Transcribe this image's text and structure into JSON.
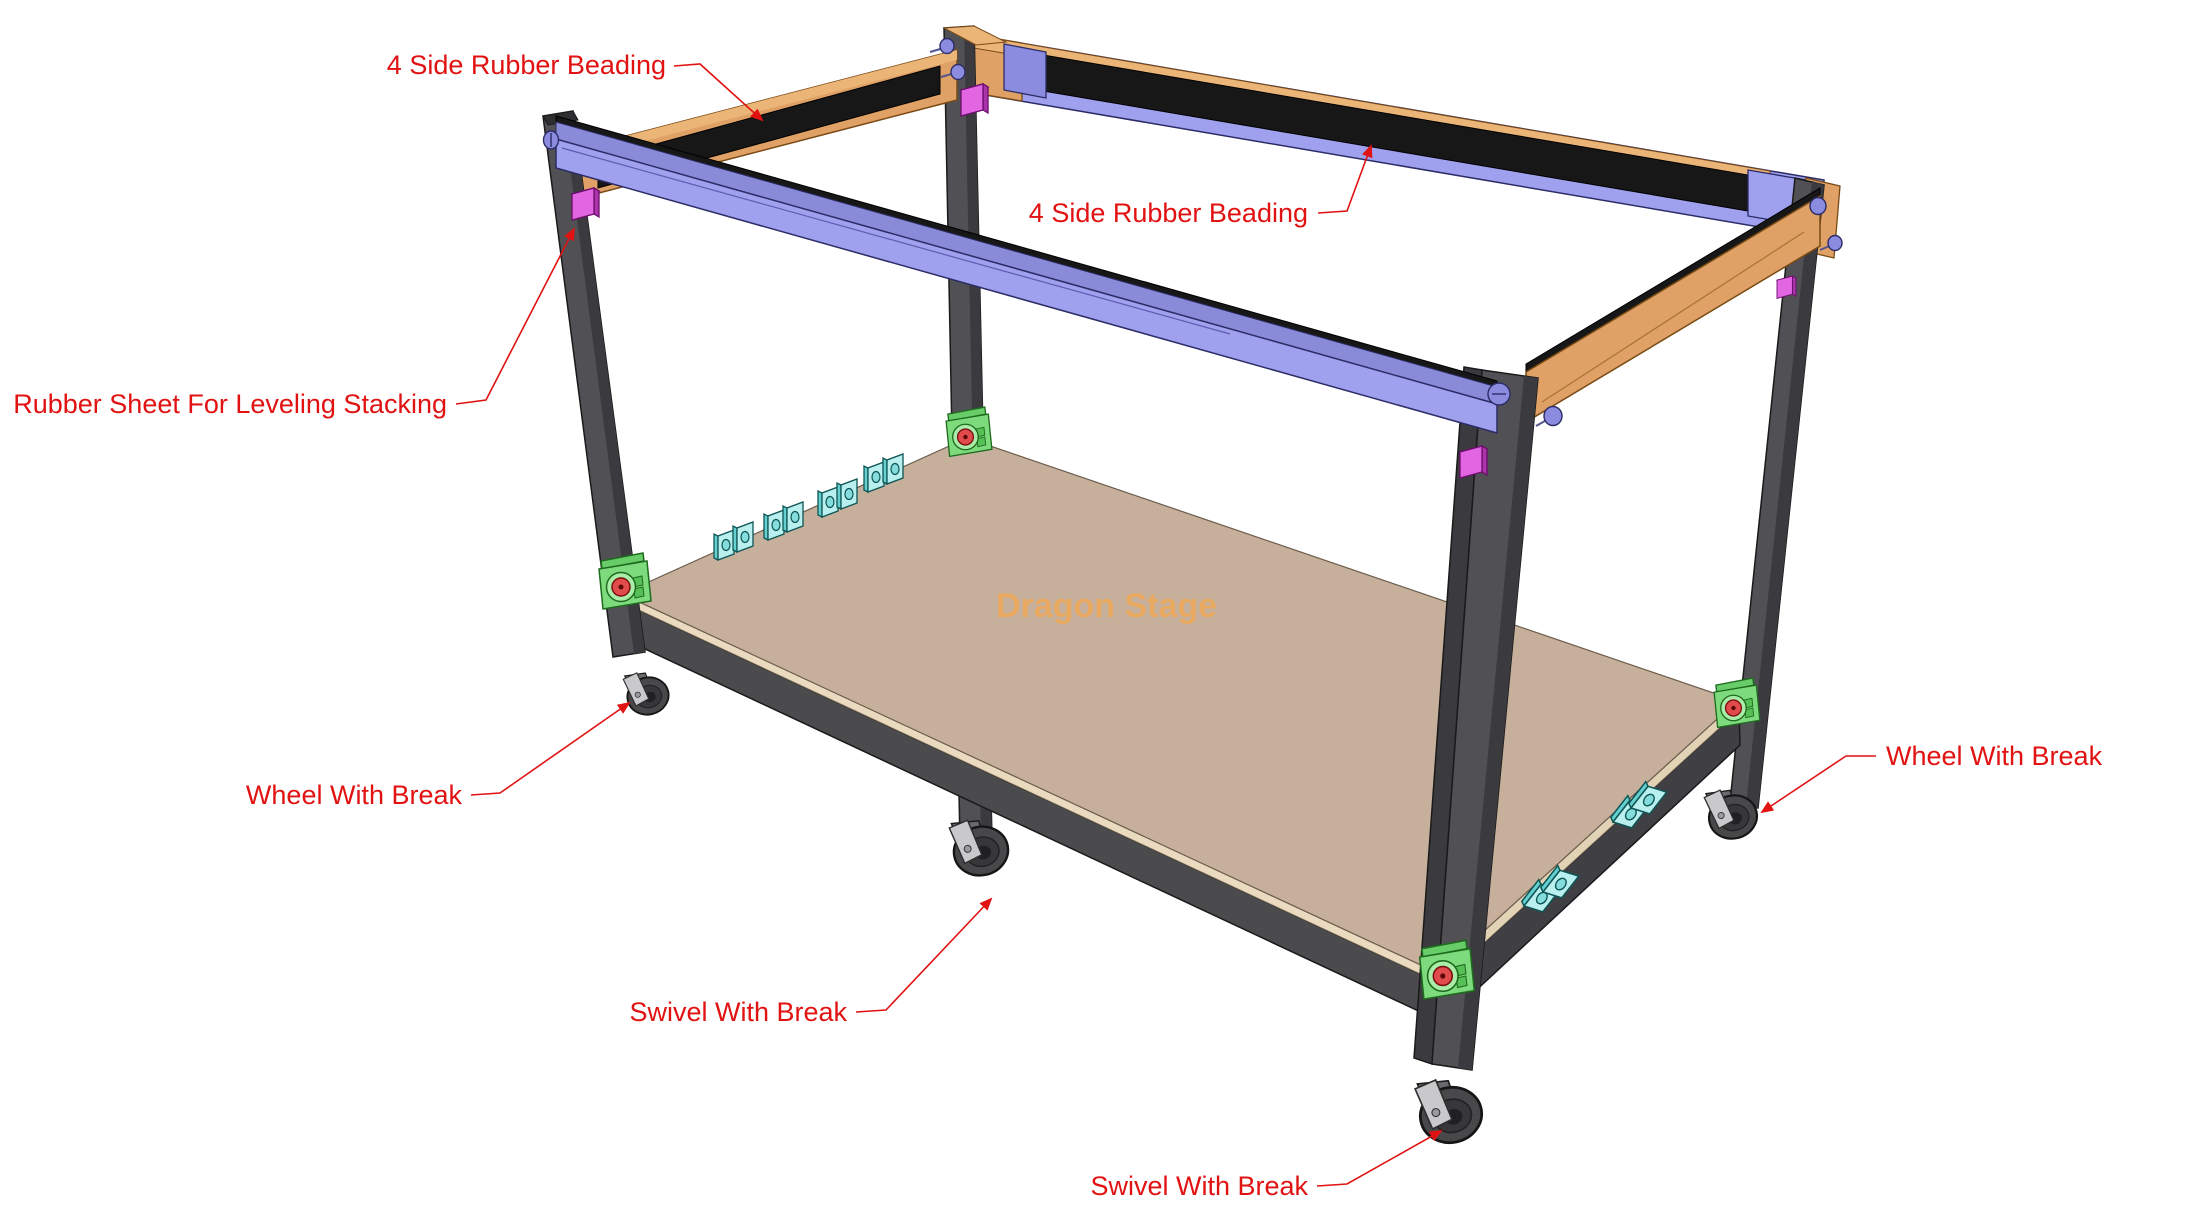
{
  "watermark": {
    "text": "Dragon Stage",
    "color": "#eca95d"
  },
  "annotations": {
    "color": "#e11212",
    "labels": [
      {
        "id": "beading-top",
        "text": "4 Side Rubber Beading"
      },
      {
        "id": "beading-right",
        "text": "4 Side Rubber Beading"
      },
      {
        "id": "rubber-sheet",
        "text": "Rubber Sheet For Leveling Stacking"
      },
      {
        "id": "wheel-left",
        "text": "Wheel With Break"
      },
      {
        "id": "wheel-right",
        "text": "Wheel With Break"
      },
      {
        "id": "swivel-middle",
        "text": "Swivel With Break"
      },
      {
        "id": "swivel-front",
        "text": "Swivel With Break"
      }
    ]
  },
  "palette": {
    "rail_purple": "#9fa0ee",
    "rail_purple_top": "#8a8bd8",
    "rail_orange": "#dfa165",
    "rail_orange_top": "#ecb578",
    "beading_black": "#171717",
    "leg_gray": "#515155",
    "leg_gray_dark": "#3b3b3f",
    "deck_tan": "#c6b09c",
    "deck_edge_cream": "#eadbc0",
    "skirt_dark": "#4b4b4e",
    "bracket_green": "#7ddb7d",
    "knob_red": "#e24b4b",
    "rubber_magenta": "#e266e2",
    "clip_cyan": "#b9efef",
    "pin_purple": "#8b8ce0",
    "wheel_tire": "#48484b",
    "wheel_fork": "#c9c9cc"
  }
}
